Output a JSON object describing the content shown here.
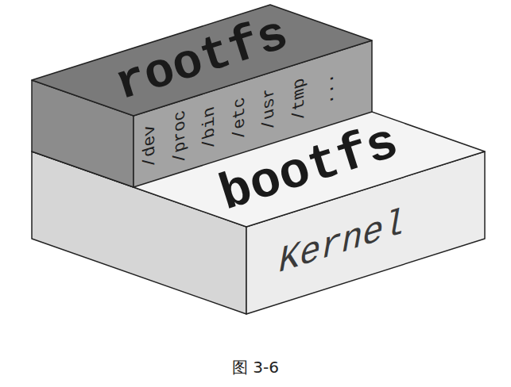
{
  "diagram": {
    "caption": "图 3-6",
    "nodes": [
      {
        "text": [
          "rootfs",
          "/dev",
          "/proc",
          "/bin",
          "/etc",
          "/usr",
          "/tmp",
          "..."
        ]
      },
      {
        "text": [
          "bootfs",
          "Kernel"
        ]
      }
    ]
  }
}
